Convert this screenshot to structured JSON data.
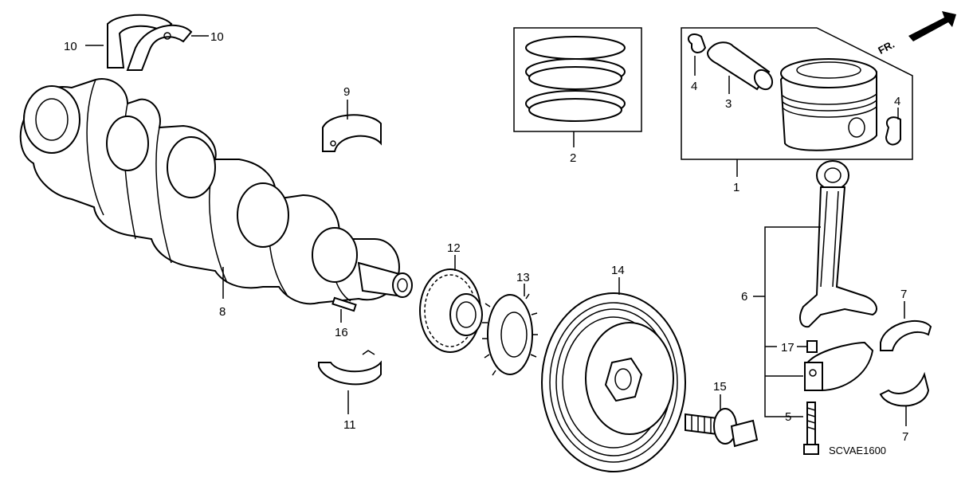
{
  "diagram": {
    "code": "SCVAE1600",
    "direction_marker": "FR.",
    "callouts": [
      "1",
      "2",
      "3",
      "4",
      "4",
      "5",
      "6",
      "7",
      "7",
      "8",
      "9",
      "10",
      "10",
      "11",
      "12",
      "13",
      "14",
      "15",
      "16",
      "17"
    ]
  }
}
